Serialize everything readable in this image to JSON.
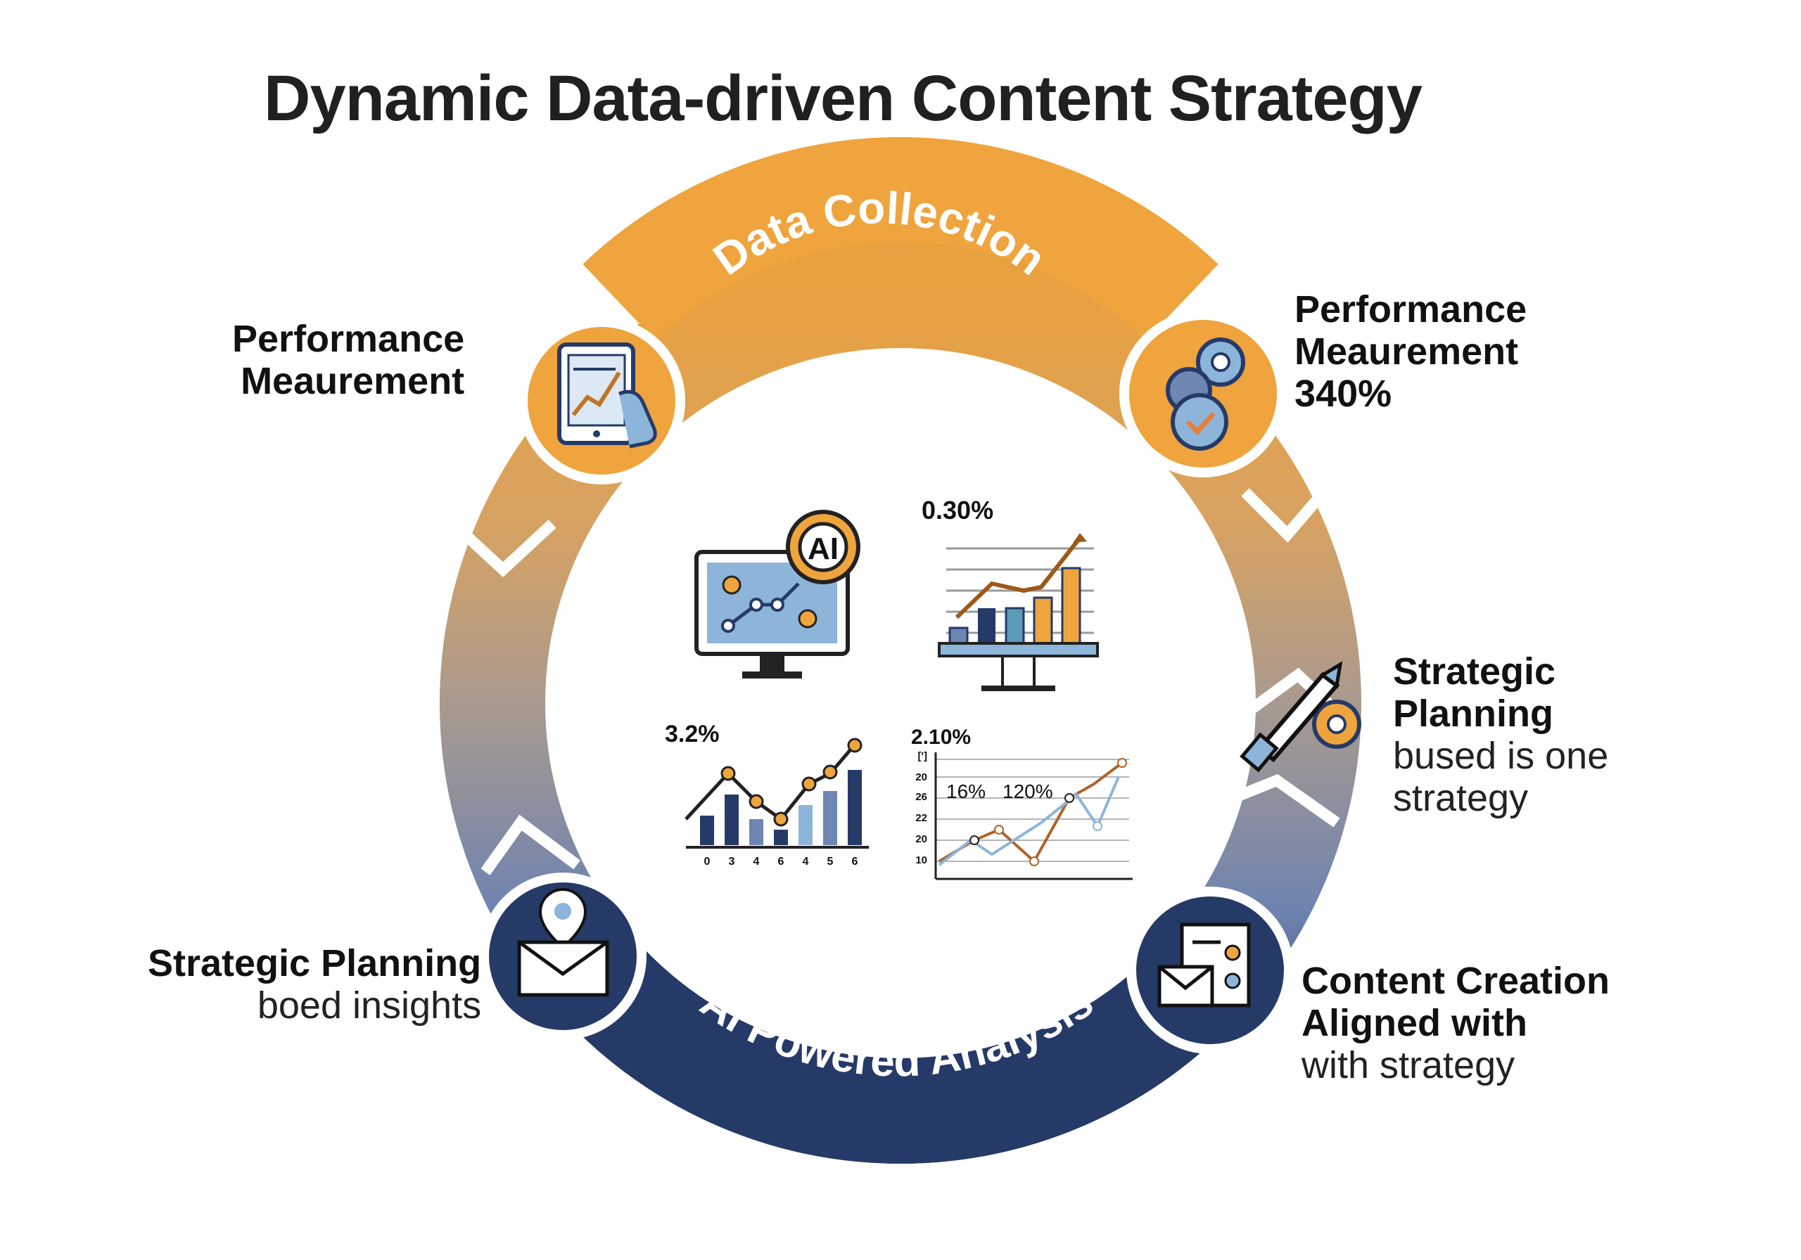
{
  "title": "Dynamic Data-driven Content Strategy",
  "ring": {
    "top_label": "Data Collection",
    "bottom_label": "AI Powered Analysis"
  },
  "labels": {
    "top_left": {
      "line1": "Performance",
      "line2": "Meaurement"
    },
    "top_right": {
      "line1": "Performance",
      "line2": "Meaurement",
      "line3": "340%"
    },
    "mid_right": {
      "line1": "Strategic",
      "line2": "Planning",
      "line3": "bused is one",
      "line4": "strategy"
    },
    "bottom_left": {
      "line1": "Strategic Planning",
      "line2": "boed insights"
    },
    "bottom_right": {
      "line1": "Content Creation",
      "line2": "Aligned with",
      "line3": "with strategy"
    }
  },
  "center": {
    "ai_badge": "AI",
    "bar_chart_label": "0.30%",
    "combo_chart_label": "3.2%",
    "combo_x_ticks": [
      "0",
      "3",
      "4",
      "6",
      "4",
      "5",
      "6"
    ],
    "line_chart_label": "2.10%",
    "line_chart_inner_1": "16%",
    "line_chart_inner_2": "120%",
    "line_y_ticks": [
      "[']",
      "20",
      "26",
      "22",
      "20",
      "10"
    ]
  },
  "colors": {
    "orange": "#EFA43D",
    "navy": "#263A68",
    "light_blue": "#8DB5DA",
    "steel": "#6D86B2"
  },
  "icons": [
    "tablet-chart-icon",
    "gears-check-icon",
    "rocket-gear-icon",
    "map-pin-mail-icon",
    "document-mail-icon",
    "ai-monitor-icon"
  ]
}
